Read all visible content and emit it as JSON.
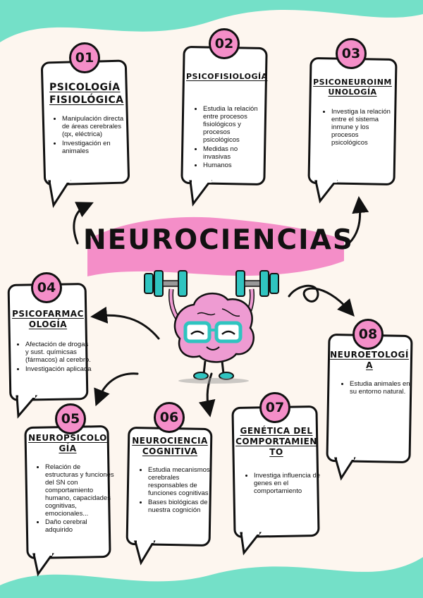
{
  "central_title": "NEUROCIENCIAS",
  "colors": {
    "accent": "#f48ec8",
    "background": "#74e0c8",
    "page": "#fdf6ef",
    "ink": "#111111",
    "brain": "#ee9bd2",
    "glasses": "#2fc4c0"
  },
  "branches": [
    {
      "number": "01",
      "title": "PSICOLOGÍA FISIOLÓGICA",
      "items": [
        "Manipulación directa de áreas cerebrales (qx, eléctrica)",
        "Investigación en animales"
      ]
    },
    {
      "number": "02",
      "title": "PSICOFISIOLOGÍA",
      "items": [
        "Estudia la relación entre procesos fisiológicos y procesos psicológicos",
        "Medidas no invasivas",
        "Humanos"
      ]
    },
    {
      "number": "03",
      "title": "PSICONEUROINMUNOLOGÍA",
      "items": [
        "Investiga la relación entre el sistema inmune y los procesos psicológicos"
      ]
    },
    {
      "number": "04",
      "title": "PSICOFARMACOLOGÍA",
      "items": [
        "Afectación de drogas y sust. químicsas (fármacos) al cerebro.",
        "Investigación aplicada"
      ]
    },
    {
      "number": "05",
      "title": "NEUROPSICOLOGÍA",
      "items": [
        "Relación de estructuras y funciones del SN con comportamiento humano, capacidades cognitivas, emocionales...",
        "Daño cerebral adquirido"
      ]
    },
    {
      "number": "06",
      "title": "NEUROCIENCIA COGNITIVA",
      "items": [
        "Estudia mecanismos cerebrales responsables de funciones cognitivas",
        "Bases biológicas de nuestra cognición"
      ]
    },
    {
      "number": "07",
      "title": "GENÉTICA DEL COMPORTAMIENTO",
      "items": [
        "Investiga influencia de genes en el comportamiento"
      ]
    },
    {
      "number": "08",
      "title": "NEUROETOLOGÍA",
      "items": [
        "Estudia animales en su entorno natural."
      ]
    }
  ]
}
